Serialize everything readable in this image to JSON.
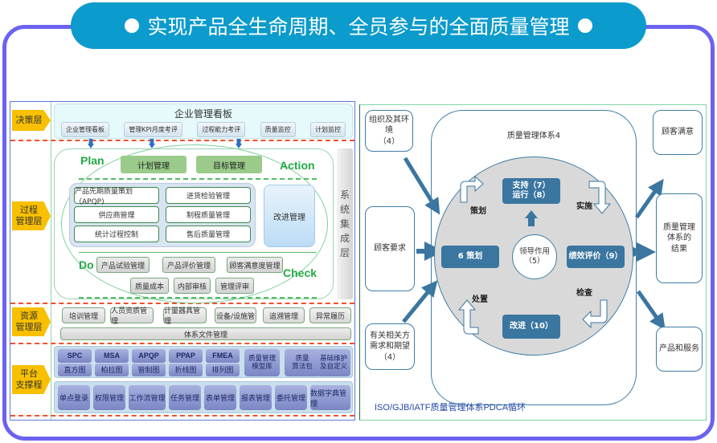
{
  "title": "实现产品全生命周期、全员参与的全面质量管理",
  "left_panel": {
    "layers": {
      "decision": "决策层",
      "process": "过程\n管理层",
      "resource": "资源\n管理层",
      "platform": "平台\n支撑程"
    },
    "dashboard": {
      "title": "企业管理看板",
      "buttons": [
        "企业管理看板",
        "管理KPI月度考评",
        "过程能力考评",
        "质量监控",
        "计划监控"
      ]
    },
    "pdca_labels": {
      "plan": "Plan",
      "action": "Action",
      "do": "Do",
      "check": "Check"
    },
    "plan_buttons": [
      "计划管理",
      "目标管理"
    ],
    "process_grid": [
      "产品先期质量策划（APQP)",
      "进货检验管理",
      "供应商管理",
      "制程质量管理",
      "统计过程控制",
      "售后质量管理"
    ],
    "improvement": "改进管理",
    "check_row1": [
      "产品试验管理",
      "产品评价管理",
      "顾客满意度管理"
    ],
    "check_row2": [
      "质量成本",
      "内部审核",
      "管理评审"
    ],
    "system_integration": [
      "系",
      "统",
      "集",
      "成",
      "层"
    ],
    "resources": [
      "培训管理",
      "人员资质管理",
      "计量器具管理",
      "设备/设施管",
      "追溯管理",
      "异常履历"
    ],
    "doc_management": "体系文件管理",
    "platform_tools": [
      {
        "top": "SPC",
        "bottom": "直方图"
      },
      {
        "top": "MSA",
        "bottom": "柏拉图"
      },
      {
        "top": "APQP",
        "bottom": "管制图"
      },
      {
        "top": "PPAP",
        "bottom": "折线图"
      },
      {
        "top": "FMEA",
        "bottom": "排列图"
      }
    ],
    "platform_big": [
      "质量管理\n模型库",
      "质量\n算法包",
      "基础维护\n及自定义"
    ],
    "base_services": [
      "单点登录",
      "权限管理",
      "工作流管理",
      "任务管理",
      "表单管理",
      "报表管理",
      "委托管理",
      "数据字典管理"
    ]
  },
  "right_panel": {
    "inputs": {
      "org_env": "组织及其环\n境\n（4）",
      "customer_req": "顾客要求",
      "stakeholders": "有关相关方\n需求和期望\n（4）"
    },
    "outputs": {
      "satisfaction": "顾客满意",
      "qms_result": "质量管理\n体系的\n结果",
      "products": "产品和服务"
    },
    "qms_title": "质量管理体系4",
    "cycle": {
      "support_operation": "支持（7）\n运行（8）",
      "planning": "6 策划",
      "evaluation": "绩效评价（9）",
      "improvement": "改进（10）",
      "leadership": "领导作用\n（5）",
      "labels": {
        "plan": "策划",
        "do": "实施",
        "check": "检查",
        "act": "处置"
      }
    },
    "caption": "ISO/GJB/IATF质量管理体系PDCA循环"
  }
}
